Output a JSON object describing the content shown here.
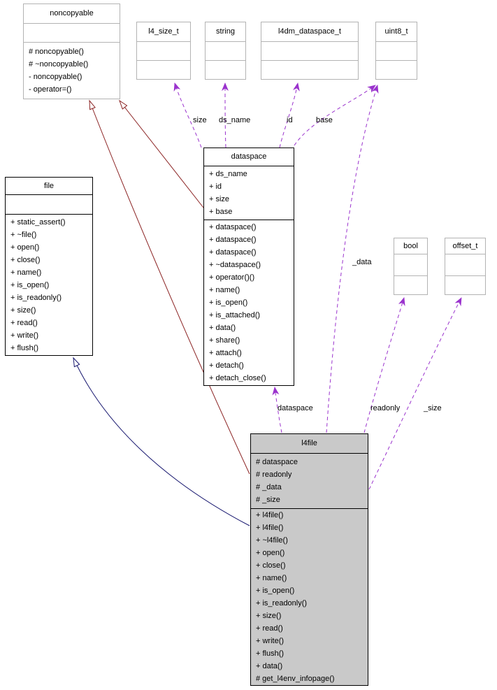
{
  "diagram": {
    "type": "uml-collaboration-diagram",
    "classes": {
      "noncopyable": {
        "title": "noncopyable",
        "attributes": [],
        "methods": [
          "# noncopyable()",
          "# ~noncopyable()",
          "- noncopyable()",
          "- operator=()"
        ]
      },
      "l4_size_t": {
        "title": "l4_size_t",
        "attributes": [],
        "methods": []
      },
      "string": {
        "title": "string",
        "attributes": [],
        "methods": []
      },
      "l4dm_dataspace_t": {
        "title": "l4dm_dataspace_t",
        "attributes": [],
        "methods": []
      },
      "uint8_t": {
        "title": "uint8_t",
        "attributes": [],
        "methods": []
      },
      "dataspace": {
        "title": "dataspace",
        "attributes": [
          "+ ds_name",
          "+ id",
          "+ size",
          "+ base"
        ],
        "methods": [
          "+ dataspace()",
          "+ dataspace()",
          "+ dataspace()",
          "+ ~dataspace()",
          "+ operator()()",
          "+ name()",
          "+ is_open()",
          "+ is_attached()",
          "+ data()",
          "+ share()",
          "+ attach()",
          "+ detach()",
          "+ detach_close()"
        ]
      },
      "file": {
        "title": "file",
        "attributes": [],
        "methods": [
          "+ static_assert()",
          "+ ~file()",
          "+ open()",
          "+ close()",
          "+ name()",
          "+ is_open()",
          "+ is_readonly()",
          "+ size()",
          "+ read()",
          "+ write()",
          "+ flush()"
        ]
      },
      "bool": {
        "title": "bool",
        "attributes": [],
        "methods": []
      },
      "offset_t": {
        "title": "offset_t",
        "attributes": [],
        "methods": []
      },
      "l4file": {
        "title": "l4file",
        "attributes": [
          "# dataspace",
          "# readonly",
          "# _data",
          "# _size"
        ],
        "methods": [
          "+ l4file()",
          "+ l4file()",
          "+ ~l4file()",
          "+ open()",
          "+ close()",
          "+ name()",
          "+ is_open()",
          "+ is_readonly()",
          "+ size()",
          "+ read()",
          "+ write()",
          "+ flush()",
          "+ data()",
          "# get_l4env_infopage()"
        ]
      }
    },
    "edge_labels": {
      "size": "size",
      "ds_name": "ds_name",
      "id": "id",
      "base": "base",
      "_data": "_data",
      "dataspace": "dataspace",
      "readonly": "readonly",
      "_size": "_size"
    },
    "colors": {
      "usage_edge": "#9a32cd",
      "private_inheritance_edge": "#8b2323",
      "public_inheritance_edge": "#191970",
      "selected_node_fill": "#c9c9c9",
      "documented_node_border": "#000000",
      "external_node_border": "#b3b3b3"
    }
  }
}
